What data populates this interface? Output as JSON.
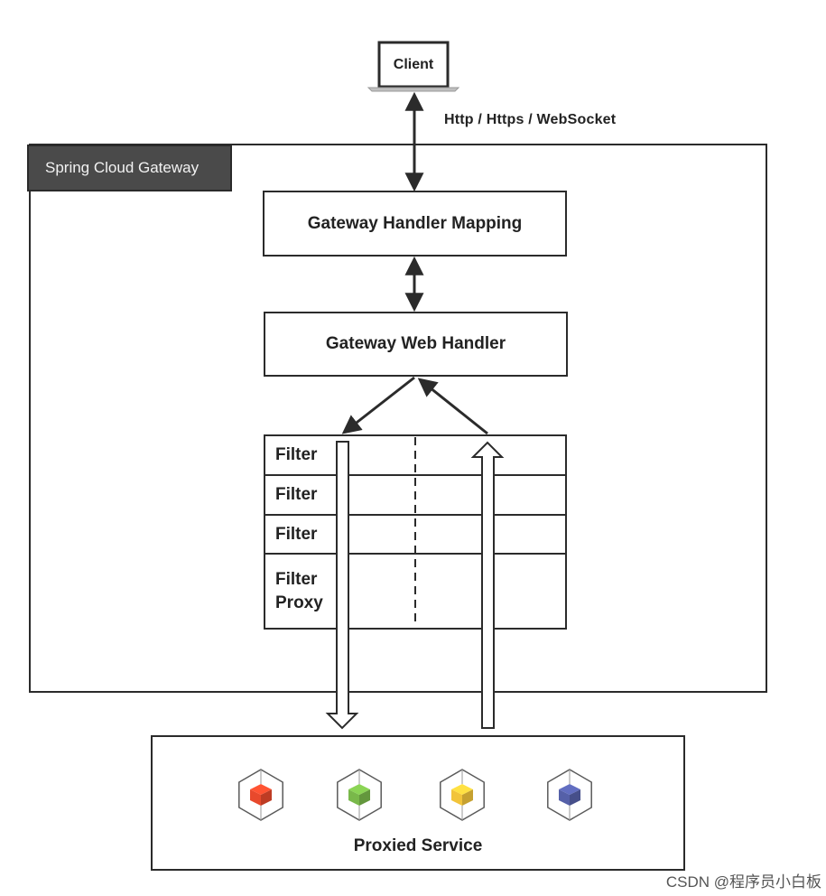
{
  "client": {
    "label": "Client"
  },
  "connection": {
    "protocols": "Http / Https / WebSocket"
  },
  "gateway": {
    "title": "Spring Cloud Gateway",
    "handler_mapping": "Gateway Handler Mapping",
    "web_handler": "Gateway Web Handler",
    "filters": [
      "Filter",
      "Filter",
      "Filter",
      "Filter",
      "Proxy"
    ]
  },
  "proxied_service": {
    "label": "Proxied Service",
    "cube_colors": [
      "#e8492c",
      "#79b84a",
      "#f2c43a",
      "#5560a8"
    ]
  },
  "watermark": "CSDN @程序员小白板",
  "colors": {
    "line": "#2b2b2b",
    "tag_bg": "#4a4a4a",
    "tag_text": "#f2f2f2"
  }
}
